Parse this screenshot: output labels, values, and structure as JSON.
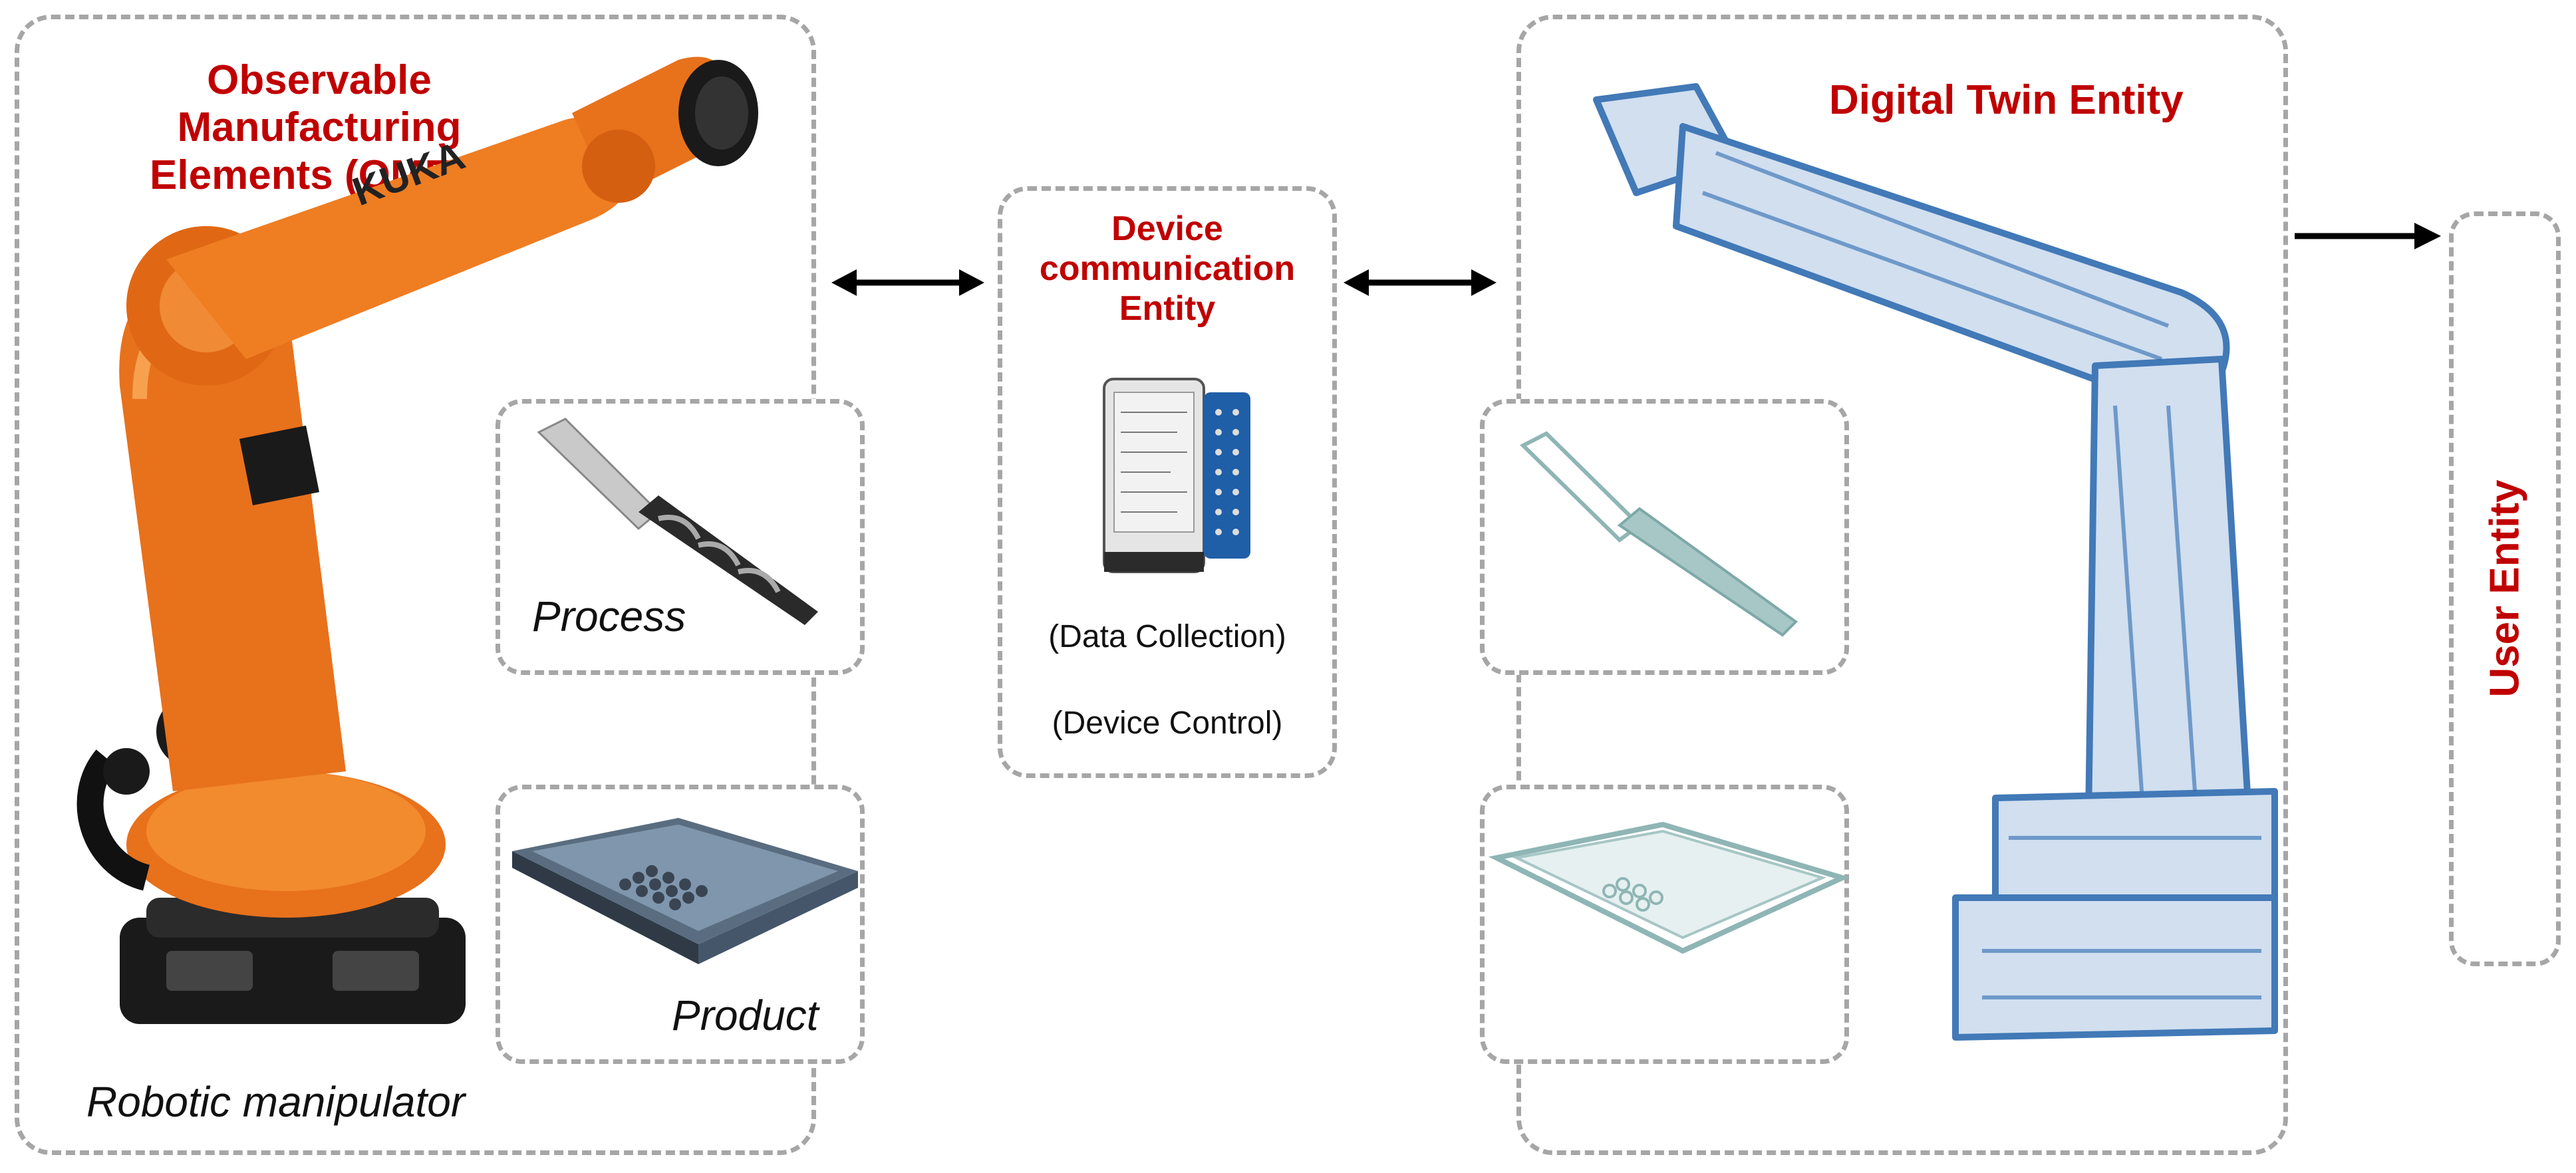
{
  "omes": {
    "title_line1": "Observable Manufacturing",
    "title_line2": "Elements (OMEs)",
    "robot_label": "Robotic manipulator",
    "process_label": "Process",
    "product_label": "Product"
  },
  "device": {
    "title_line1": "Device",
    "title_line2": "communication",
    "title_line3": "Entity",
    "data_collection": "(Data Collection)",
    "device_control": "(Device Control)"
  },
  "digital_twin": {
    "title": "Digital Twin Entity"
  },
  "user": {
    "title": "User Entity"
  },
  "colors": {
    "title_red": "#c00000",
    "dash_gray": "#a6a6a6",
    "robot_orange": "#e8711c",
    "twin_blue": "#2e6bb0",
    "twin_teal": "#8fb5b5"
  }
}
